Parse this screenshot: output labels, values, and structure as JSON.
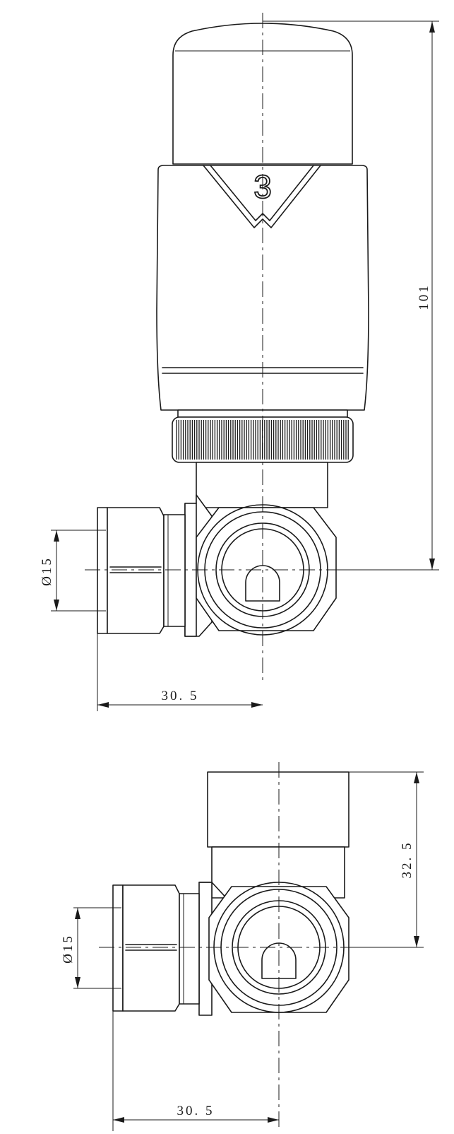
{
  "valve_setting": "3",
  "dimensions": {
    "overall_height": "101",
    "pipe_diameter_top": "Ø15",
    "width_top": "30. 5",
    "body_height": "32. 5",
    "pipe_diameter_bottom": "Ø15",
    "width_bottom": "30. 5"
  },
  "colors": {
    "line": "#1a1a1a",
    "background": "#ffffff"
  }
}
